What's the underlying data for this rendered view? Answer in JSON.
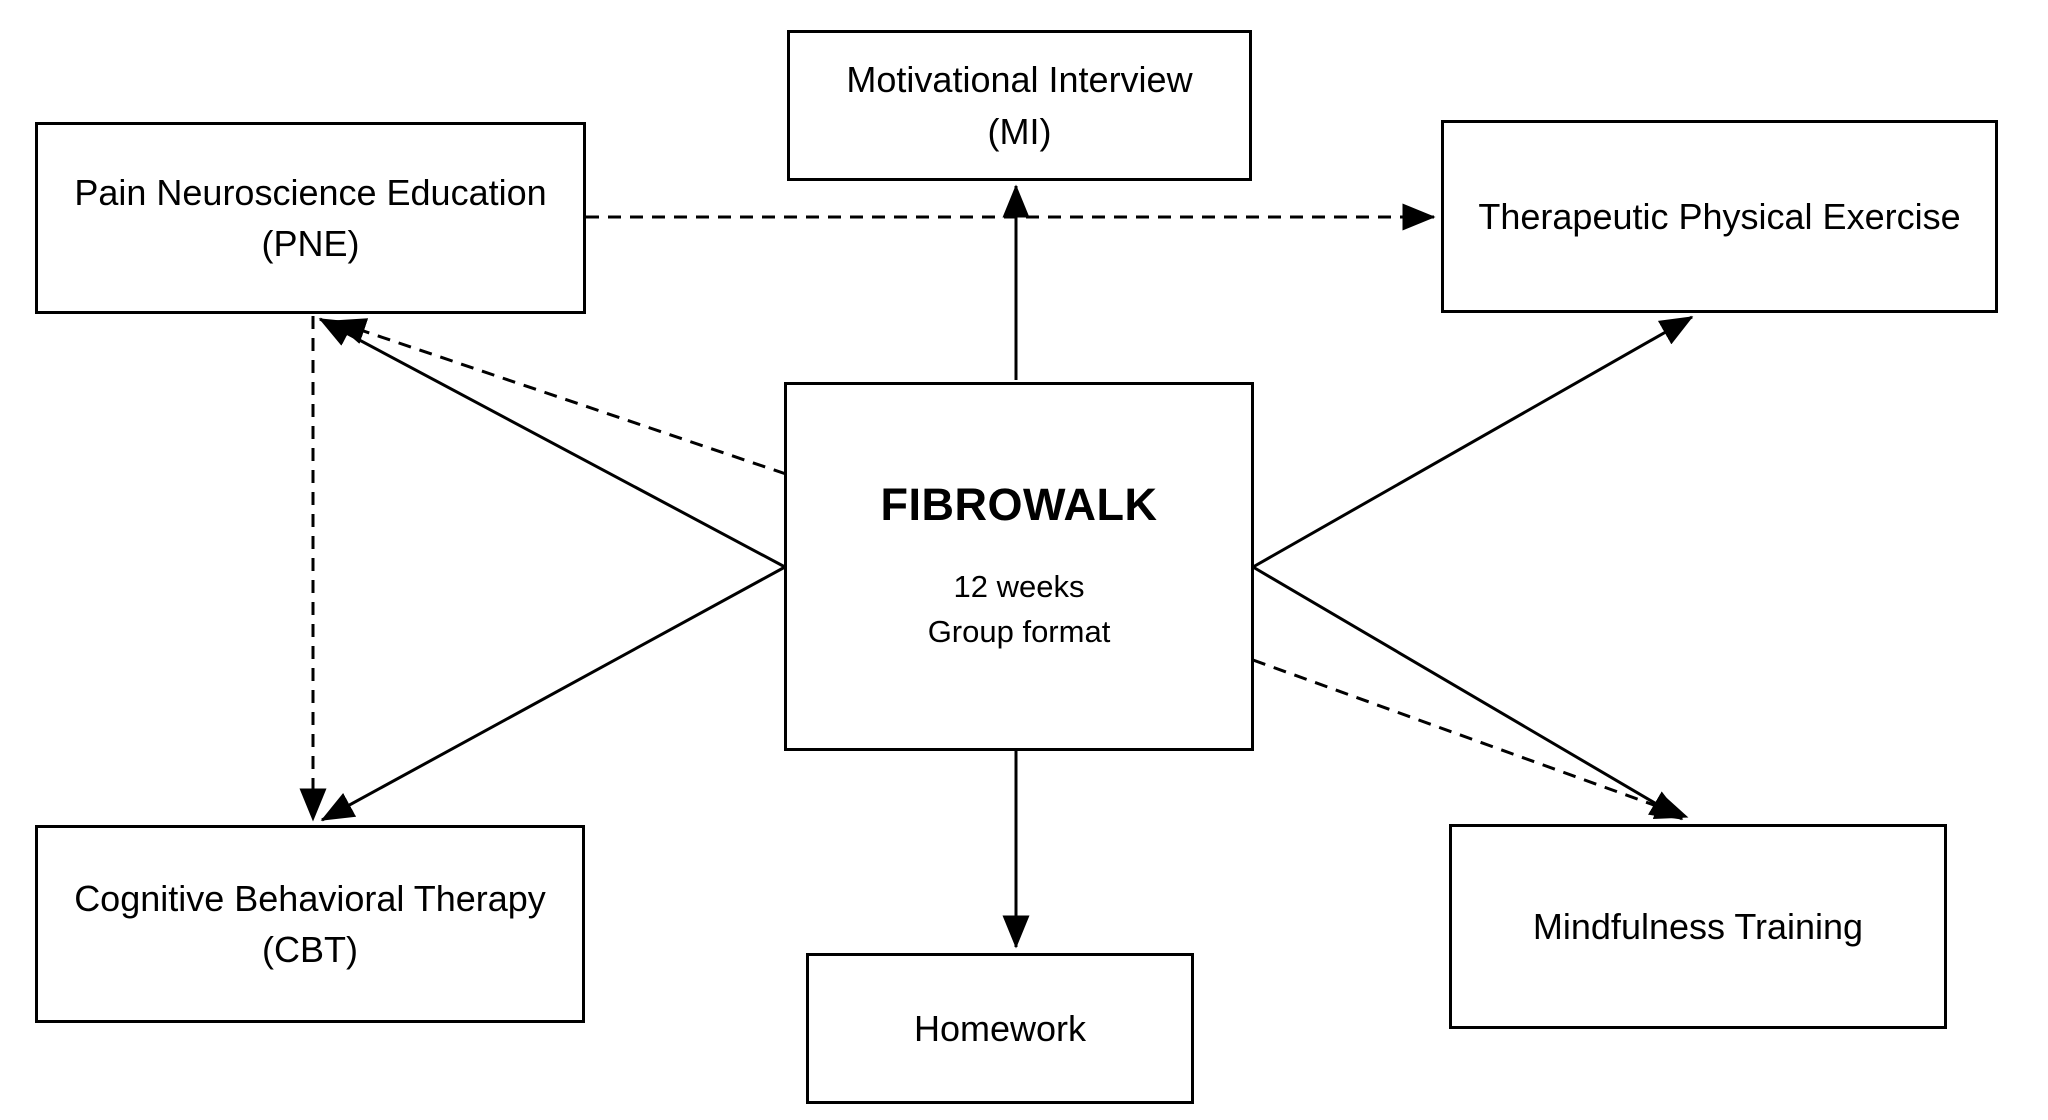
{
  "nodes": {
    "fibrowalk": {
      "title": "FIBROWALK",
      "duration": "12 weeks",
      "format": "Group format"
    },
    "mi": {
      "label": "Motivational Interview",
      "abbr": "(MI)"
    },
    "pne": {
      "label": "Pain Neuroscience Education",
      "abbr": "(PNE)"
    },
    "tpe": {
      "label": "Therapeutic Physical Exercise"
    },
    "cbt": {
      "label": "Cognitive Behavioral Therapy",
      "abbr": "(CBT)"
    },
    "mindfulness": {
      "label": "Mindfulness Training"
    },
    "homework": {
      "label": "Homework"
    }
  },
  "edges": [
    {
      "from": "fibrowalk",
      "to": "mi",
      "style": "solid"
    },
    {
      "from": "fibrowalk",
      "to": "homework",
      "style": "solid"
    },
    {
      "from": "fibrowalk",
      "to": "pne",
      "style": "solid"
    },
    {
      "from": "fibrowalk",
      "to": "cbt",
      "style": "solid"
    },
    {
      "from": "fibrowalk",
      "to": "tpe",
      "style": "solid"
    },
    {
      "from": "fibrowalk",
      "to": "mindfulness",
      "style": "solid"
    },
    {
      "from": "fibrowalk",
      "to": "pne",
      "style": "dashed"
    },
    {
      "from": "fibrowalk",
      "to": "mindfulness",
      "style": "dashed"
    },
    {
      "from": "pne",
      "to": "tpe",
      "style": "dashed"
    },
    {
      "from": "pne",
      "to": "cbt",
      "style": "dashed"
    }
  ],
  "colors": {
    "stroke": "#000000",
    "background": "#ffffff",
    "text": "#000000"
  }
}
